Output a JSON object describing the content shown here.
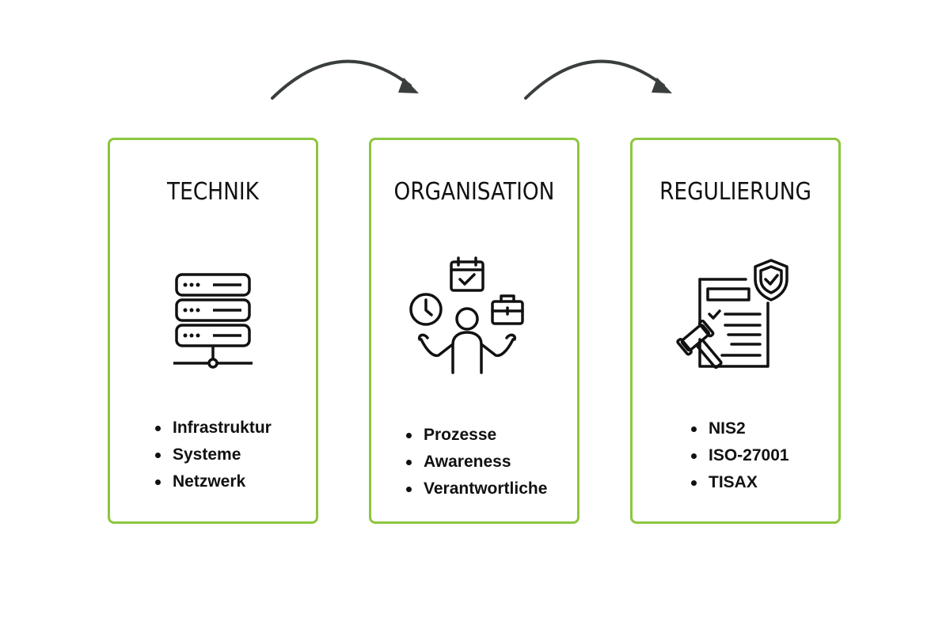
{
  "colors": {
    "card_border": "#8cc63f",
    "arrow": "#3a3f3c",
    "text": "#111111"
  },
  "cards": [
    {
      "title": "TECHNIK",
      "icon": "server-rack-icon",
      "items": [
        "Infrastruktur",
        "Systeme",
        "Netzwerk"
      ]
    },
    {
      "title": "ORGANISATION",
      "icon": "person-juggling-tasks-icon",
      "items": [
        "Prozesse",
        "Awareness",
        "Verantwortliche"
      ]
    },
    {
      "title": "REGULIERUNG",
      "icon": "compliance-document-gavel-icon",
      "items": [
        "NIS2",
        "ISO-27001",
        "TISAX"
      ]
    }
  ],
  "arrows": [
    "curved-arrow-icon",
    "curved-arrow-icon"
  ]
}
